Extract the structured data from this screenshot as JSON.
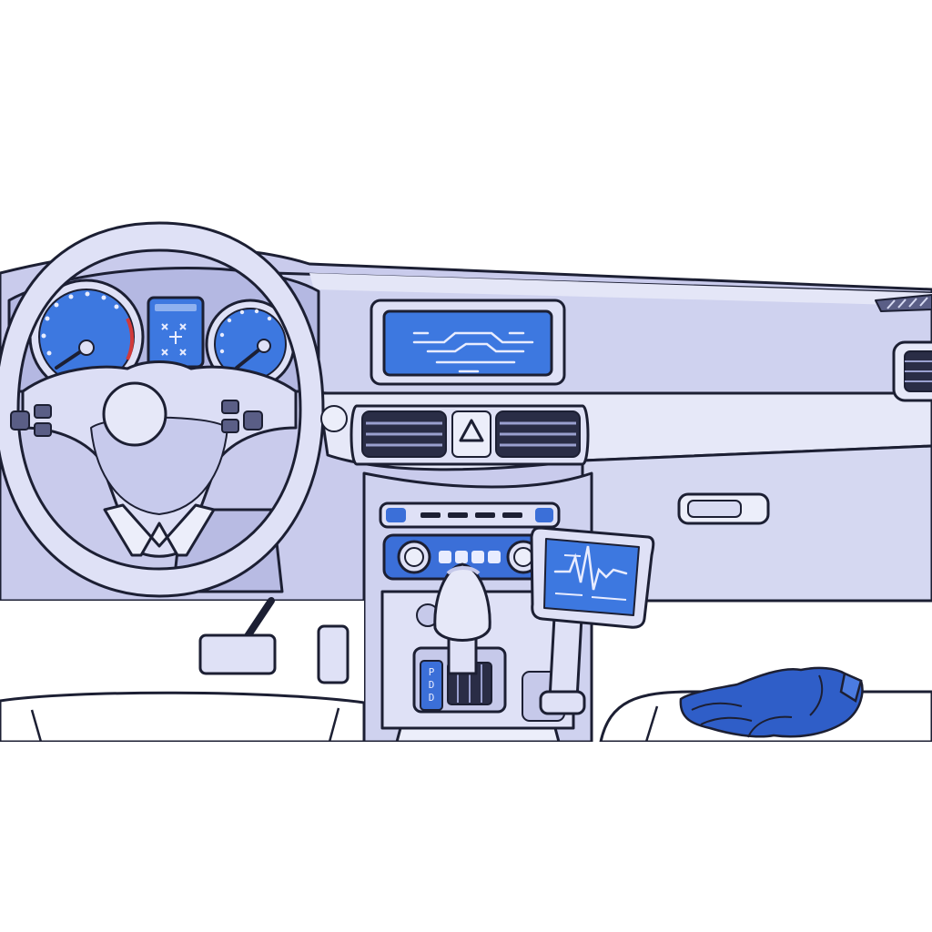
{
  "scene": {
    "description_free": true
  },
  "colors": {
    "dash_light": "#dcdef3",
    "dash_mid": "#c6c9ea",
    "dash_shadow": "#aeb2df",
    "accent_blue": "#3b6fd8",
    "screen_blue": "#3d78e0",
    "outline": "#1c1f33",
    "gauge_red": "#d23a3a"
  },
  "icons": {
    "hazard": "hazard-triangle-icon",
    "waveform": "heartbeat-waveform-icon",
    "gloves": "glove-icon"
  },
  "gear_indicator": {
    "letters": [
      "P",
      "D",
      "D"
    ]
  }
}
